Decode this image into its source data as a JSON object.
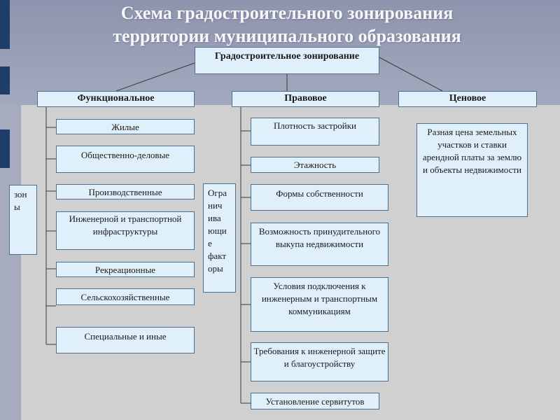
{
  "title": {
    "line1": "Схема градостроительного зонирования",
    "line2": "территории муниципального образования"
  },
  "root": "Градостроительное зонирование",
  "branches": {
    "functional": {
      "label": "Функциональное",
      "items": [
        "Жилые",
        "Общественно-деловые",
        "Производственные",
        "Инженерной и транспортной инфраструктуры",
        "Рекреационные",
        "Сельскохозяйственные",
        "Специальные и иные"
      ]
    },
    "legal": {
      "label": "Правовое",
      "items": [
        "Плотность застройки",
        "Этажность",
        "Формы собственности",
        "Возможность принудительного выкупа недвижимости",
        "Условия подключения к инженерным и транспортным коммуникациям",
        "Требования к инженерной защите и благоустройству",
        "Установление сервитутов"
      ]
    },
    "price": {
      "label": "Ценовое",
      "description": "Разная цена земельных участков и ставки арендной платы за землю и объекты недвижимости"
    }
  },
  "side_labels": {
    "zones": "зон\nы",
    "restrictions": "Огра\nнич\nива\nющи\nе\nфакт\nоры"
  },
  "colors": {
    "box_fill": "#dff0fb",
    "box_border": "#4d6f8f",
    "accent_bar": "#1f3d6b",
    "title_text": "#ffffff"
  }
}
